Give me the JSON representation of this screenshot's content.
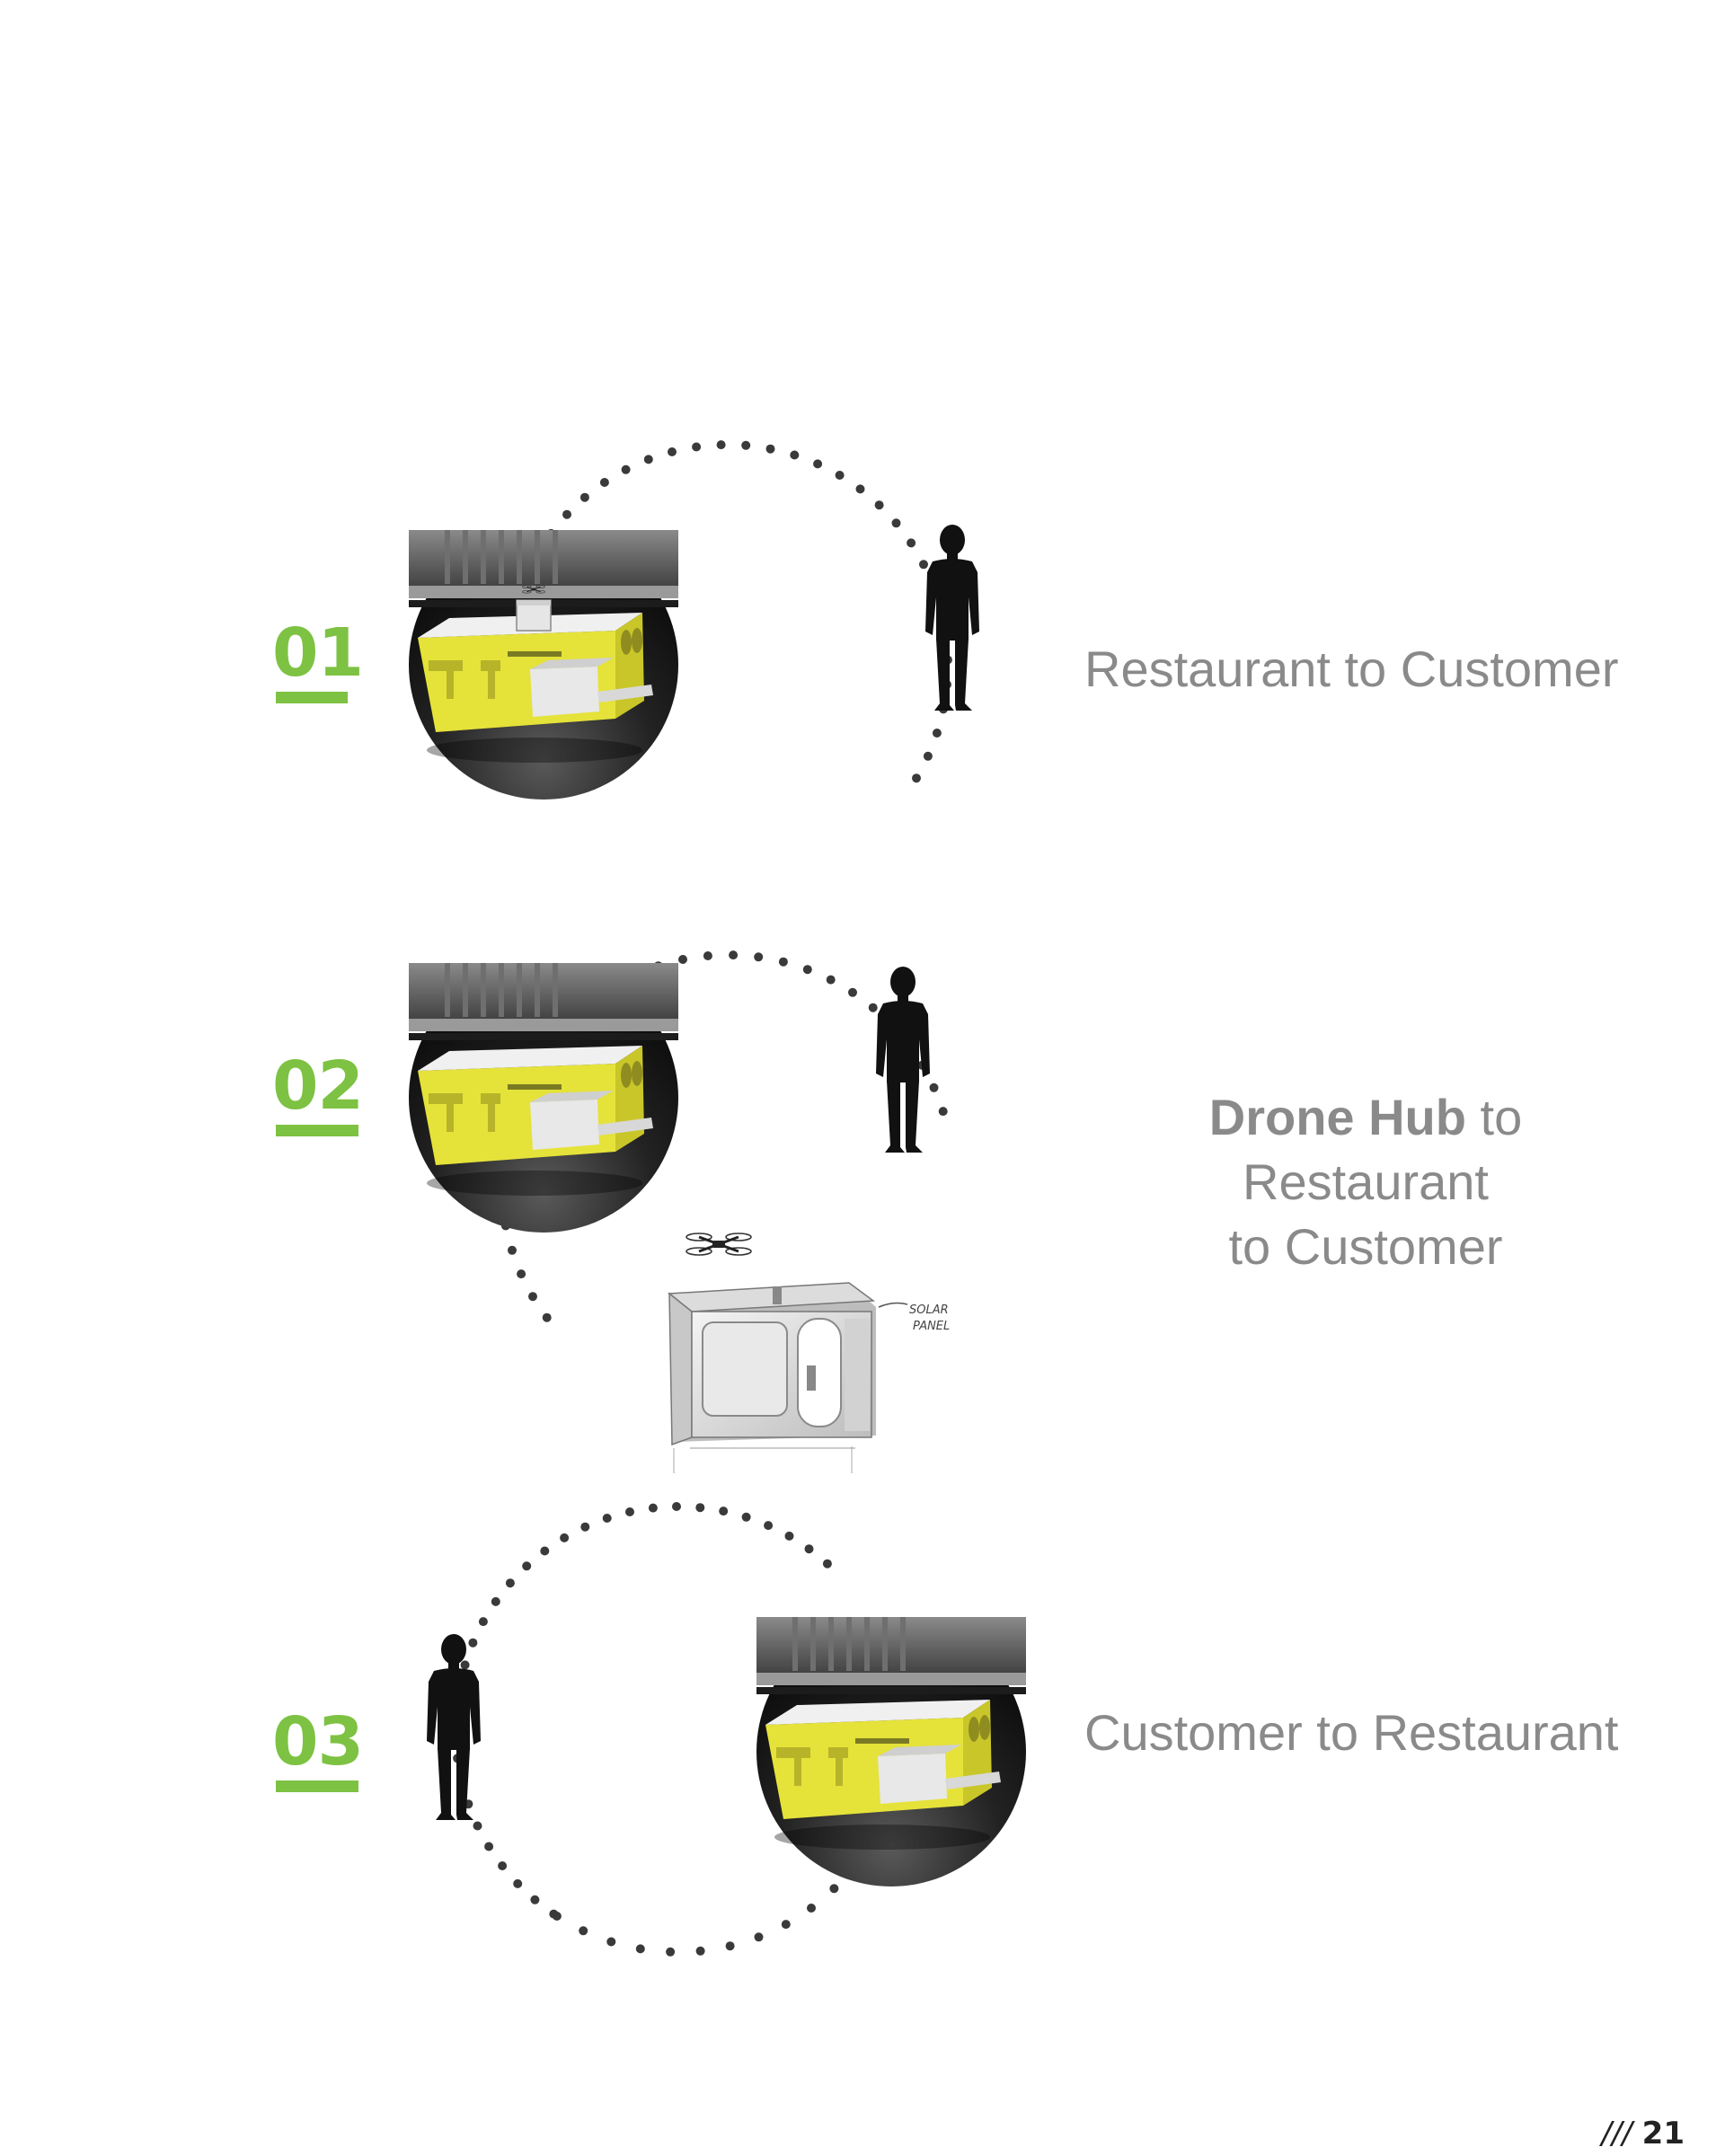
{
  "steps": [
    {
      "number": "01",
      "caption": {
        "part_a": "Restaurant",
        "part_b": " to ",
        "part_c": "Customer"
      }
    },
    {
      "number": "02",
      "caption": {
        "line1_strong": "Drone Hub",
        "line1_rest": " to",
        "line2": "Restaurant",
        "line3_a": "to ",
        "line3_b": "Customer"
      }
    },
    {
      "number": "03",
      "caption": {
        "part_a": "Customer",
        "part_b": " to ",
        "part_c": "Restaurant"
      }
    }
  ],
  "sketch": {
    "label_line1": "SOLAR",
    "label_line2": "PANEL"
  },
  "footer": {
    "slashes": "///",
    "page_number": "21"
  },
  "colors": {
    "accent_green": "#7dc242",
    "kiosk_yellow": "#e5e23a",
    "caption_gray": "#8a8a8a",
    "silhouette": "#111111",
    "dots": "#3a3a3a"
  },
  "icons": [
    "person-silhouette-icon",
    "drone-icon",
    "kiosk-render-icon"
  ]
}
